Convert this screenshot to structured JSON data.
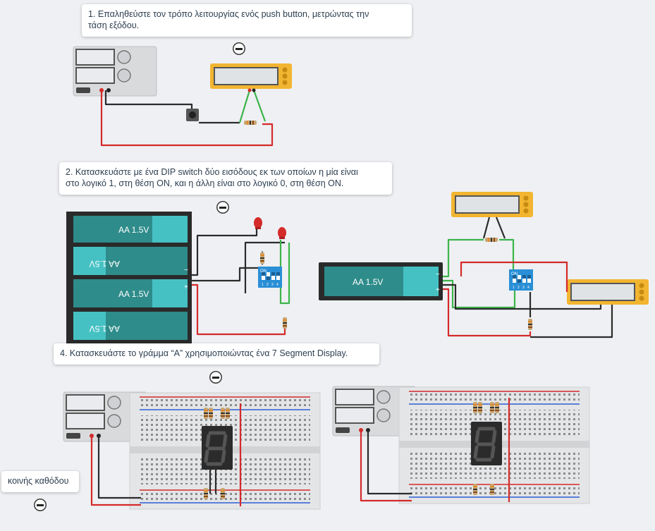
{
  "notes": {
    "note1": {
      "line1": "1. Επαληθεύστε τον τρόπο λειτουργίας ενός push button, μετρώντας την",
      "line2": "τάση εξόδου."
    },
    "note2": {
      "line1": "2. Κατασκευάστε με ένα DIP switch δύο εισόδους εκ των οποίων η μία είναι",
      "line2": "στο λογικό 1, στη θέση ON, και η άλλη είναι στο λογικό 0, στη θέση ON."
    },
    "note4": {
      "line1": "4. Κατασκευάστε το γράμμα “A” χρησιμοποιώντας ένα 7 Segment Display."
    },
    "note_cathode": {
      "line1": "κοινής καθόδου"
    }
  },
  "battery_labels": {
    "aa": "AA 1.5V",
    "minus": "−",
    "plus": "+"
  },
  "dip_switch": {
    "on_label": "ON",
    "numbers": [
      "1",
      "2",
      "3",
      "4"
    ]
  },
  "colors": {
    "wire_red": "#d42a2a",
    "wire_black": "#2b2b2b",
    "wire_green": "#3cb54a",
    "multimeter_frame": "#f2b531",
    "battery_teal": "#2e8c8a",
    "battery_cap": "#46c1c3",
    "dip_blue": "#2a8fd6",
    "segment_gray": "#555555"
  },
  "icons": {
    "collapse": "collapse-minus-icon",
    "push_button": "push-button-icon",
    "resistor": "resistor-icon",
    "led": "red-led-icon"
  }
}
